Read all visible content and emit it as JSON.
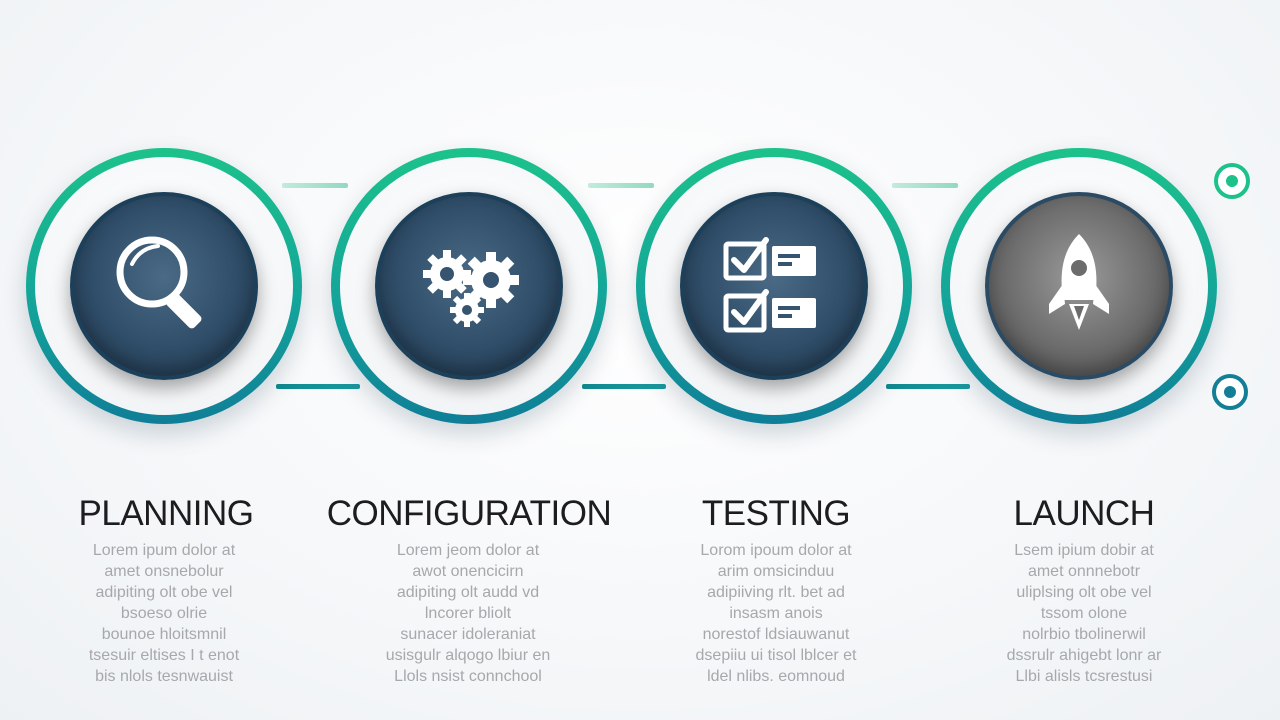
{
  "colors": {
    "ring_top": "#1cc28a",
    "ring_bottom": "#0f7e97",
    "disc_dark": "#2f4d68",
    "disc_gray": "#6c6c6c",
    "label": "#1d1d1f",
    "description": "#a6a8ab"
  },
  "steps": [
    {
      "icon": "magnifier-icon",
      "label": "PLANNING",
      "description": [
        "Lorem ipum dolor at",
        "amet onsnebolur",
        "adipiting olt obe vel",
        "bsoeso olrie",
        "bounoe hloitsmnil",
        "tsesuir eltises I t enot",
        "bis nlols tesnwauist"
      ]
    },
    {
      "icon": "gears-icon",
      "label": "CONFIGURATION",
      "description": [
        "Lorem jeom dolor at",
        "awot onencicirn",
        "adipiting olt audd vd",
        "lncorer bliolt",
        "sunacer idoleraniat",
        "usisgulr alqogo lbiur en",
        "Llols nsist connchool"
      ]
    },
    {
      "icon": "checklist-icon",
      "label": "TESTING",
      "description": [
        "Lorom ipoum dolor at",
        "arim omsicinduu",
        "adipiiving rlt. bet ad",
        "insasm anois",
        "norestof ldsiauwanut",
        "dsepiiu ui tisol lblcer et",
        "ldel nlibs. eomnoud"
      ]
    },
    {
      "icon": "rocket-icon",
      "label": "LAUNCH",
      "description": [
        "Lsem ipium dobir at",
        "amet onnnebotr",
        "uliplsing olt obe vel",
        "tssom olone",
        "nolrbio tbolinerwil",
        "dssrulr ahigebt lonr ar",
        "Llbi alisls tcsrestusi"
      ]
    }
  ]
}
